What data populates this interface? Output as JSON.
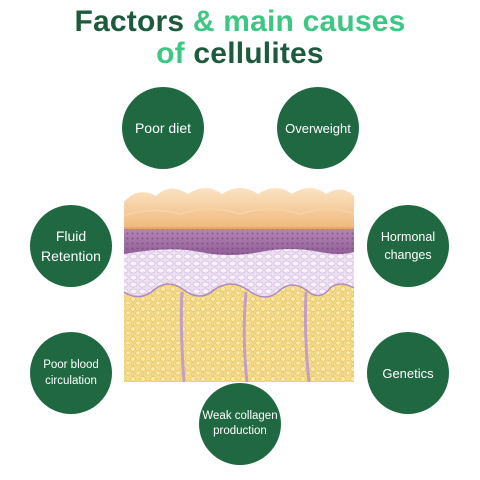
{
  "title": {
    "line1": {
      "part1": "Factors",
      "part2": "& main causes"
    },
    "line2": {
      "part1": "of",
      "part2": "cellulites"
    }
  },
  "causes": {
    "poor_diet": "Poor diet",
    "overweight": "Overweight",
    "fluid_retention": "Fluid\nRetention",
    "hormonal_changes": "Hormonal\nchanges",
    "poor_blood_circulation": "Poor blood\ncirculation",
    "genetics": "Genetics",
    "weak_collagen": "Weak collagen\nproduction"
  },
  "colors": {
    "title_dark": "#1e5a3e",
    "title_light": "#3ec783",
    "circle_fill": "#1f6841",
    "circle_text": "#ffffff",
    "epidermis": "#f2c089",
    "dermis": "#a574a8",
    "connective": "#e6d6ee",
    "fat": "#f2d274"
  }
}
